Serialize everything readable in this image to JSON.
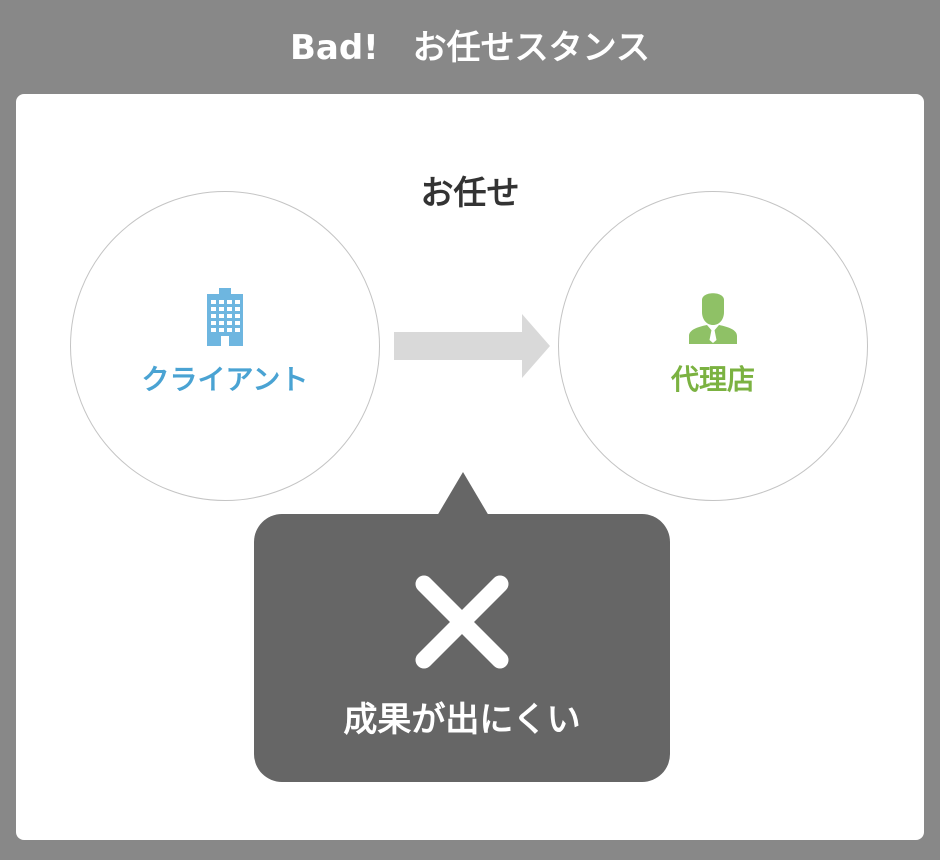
{
  "header": {
    "title": "Bad!　お任せスタンス"
  },
  "diagram": {
    "relation_label": "お任せ",
    "client": {
      "label": "クライアント",
      "icon": "building-icon",
      "color": "#4aa3d3"
    },
    "agency": {
      "label": "代理店",
      "icon": "person-icon",
      "color": "#7bb241"
    },
    "arrow_color": "#d9d9d9",
    "callout": {
      "icon": "cross-icon",
      "text": "成果が出にくい",
      "color": "#666666"
    }
  }
}
